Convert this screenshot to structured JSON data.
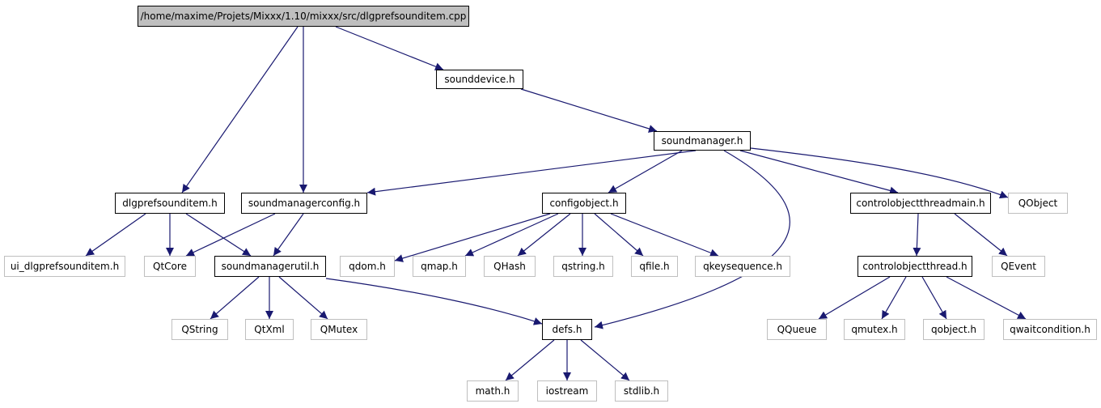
{
  "diagram": {
    "type": "include-dependency-graph",
    "edge_color": "#191970",
    "root_fill": "#bfbfbf",
    "system_border": "#bfbfbf",
    "nodes": {
      "root": "/home/maxime/Projets/Mixxx/1.10/mixxx/src/dlgprefsounditem.cpp",
      "sounddevice": "sounddevice.h",
      "soundmanager": "soundmanager.h",
      "dlgprefsounditem_h": "dlgprefsounditem.h",
      "soundmanagerconfig": "soundmanagerconfig.h",
      "configobject": "configobject.h",
      "controlobjectthreadmain": "controlobjectthreadmain.h",
      "qobject_cap": "QObject",
      "ui_dlgprefsounditem": "ui_dlgprefsounditem.h",
      "qtcore": "QtCore",
      "soundmanagerutil": "soundmanagerutil.h",
      "qdom": "qdom.h",
      "qmap": "qmap.h",
      "qhash": "QHash",
      "qstring_h": "qstring.h",
      "qfile": "qfile.h",
      "qkeysequence": "qkeysequence.h",
      "controlobjectthread": "controlobjectthread.h",
      "qevent": "QEvent",
      "qstring_cap": "QString",
      "qtxml": "QtXml",
      "qmutex_cap": "QMutex",
      "defs": "defs.h",
      "qqueue": "QQueue",
      "qmutex_h": "qmutex.h",
      "qobject_h": "qobject.h",
      "qwaitcondition": "qwaitcondition.h",
      "math": "math.h",
      "iostream": "iostream",
      "stdlib": "stdlib.h"
    }
  }
}
